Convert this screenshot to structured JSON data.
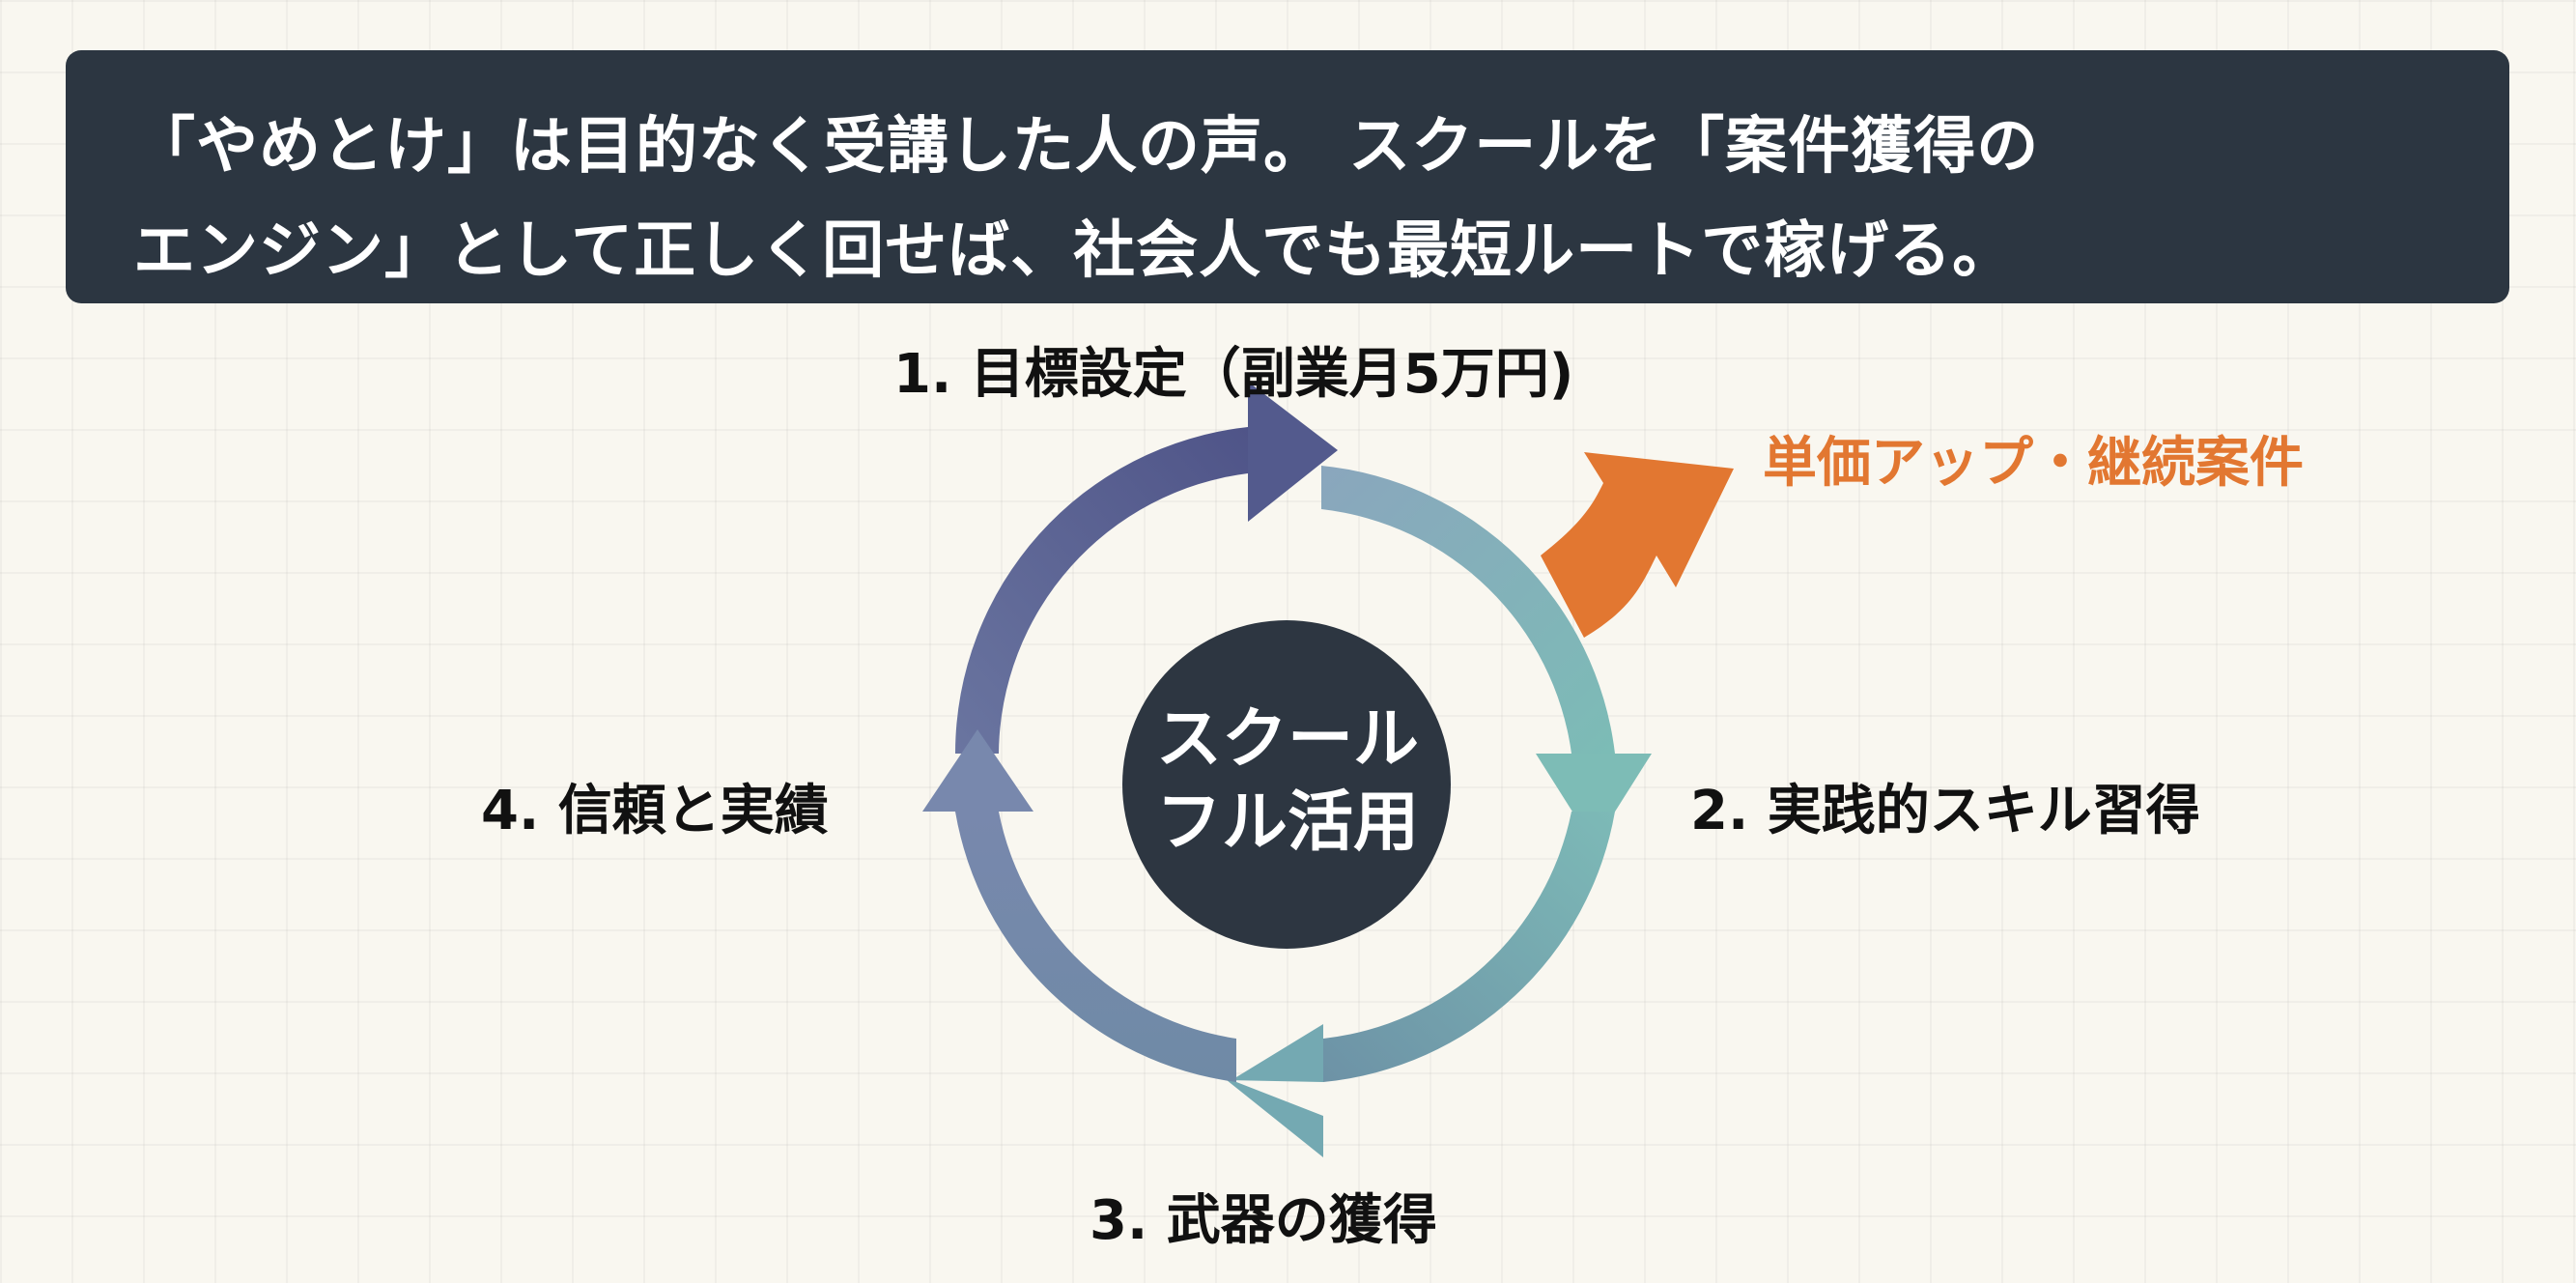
{
  "headline": {
    "line1": "「やめとけ」は目的なく受講した人の声。 スクールを「案件獲得の",
    "line2": "エンジン」として正しく回せば、社会人でも最短ルートで稼げる。"
  },
  "cycle": {
    "center": {
      "line1": "スクール",
      "line2": "フル活用"
    },
    "steps": [
      {
        "label": "1. 目標設定（副業月5万円)",
        "color": "#5b6293"
      },
      {
        "label": "2. 実践的スキル習得",
        "color": "#7fb6b4"
      },
      {
        "label": "3. 武器の獲得",
        "color": "#6f96a5"
      },
      {
        "label": "4. 信頼と実績",
        "color": "#6d7ea0"
      }
    ],
    "outcome": {
      "label": "単価アップ・継続案件",
      "color": "#e27731"
    }
  },
  "colors": {
    "banner": "#2c3641",
    "center_circle": "#2d3641",
    "background": "#f9f7f0"
  }
}
